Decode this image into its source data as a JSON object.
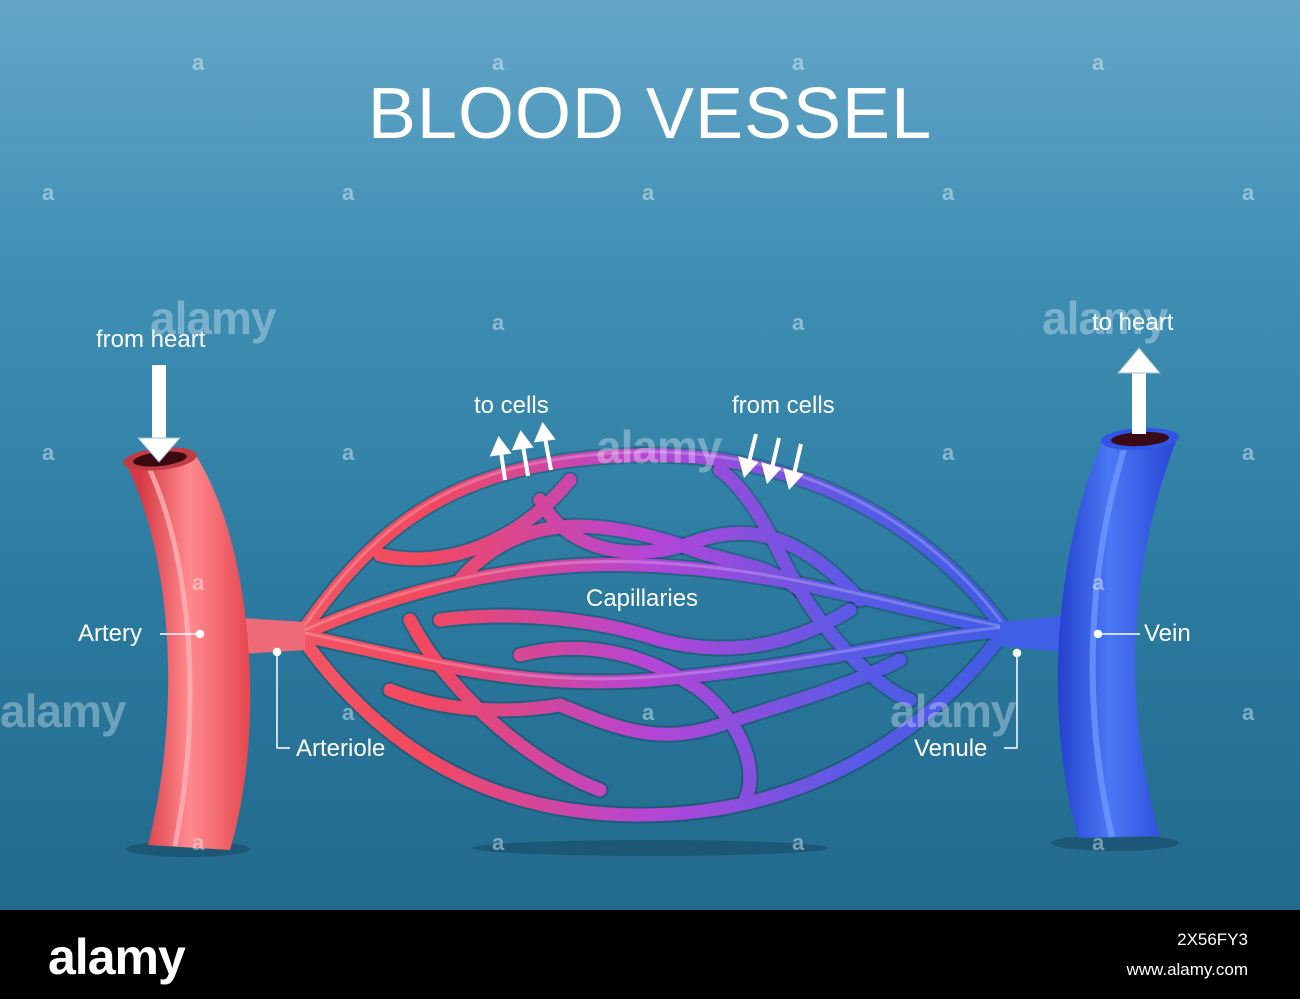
{
  "title": "BLOOD VESSEL",
  "labels": {
    "from_heart": "from heart",
    "to_heart": "to heart",
    "to_cells": "to cells",
    "from_cells": "from cells",
    "capillaries": "Capillaries",
    "artery": "Artery",
    "arteriole": "Arteriole",
    "venule": "Venule",
    "vein": "Vein"
  },
  "watermark": {
    "word": "alamy",
    "letter": "a"
  },
  "footer": {
    "brand": "alamy",
    "image_id": "2X56FY3",
    "url": "www.alamy.com"
  },
  "colors": {
    "artery": "#f0585e",
    "vein": "#2f56e6",
    "capillary_mid": "#b040d0"
  }
}
